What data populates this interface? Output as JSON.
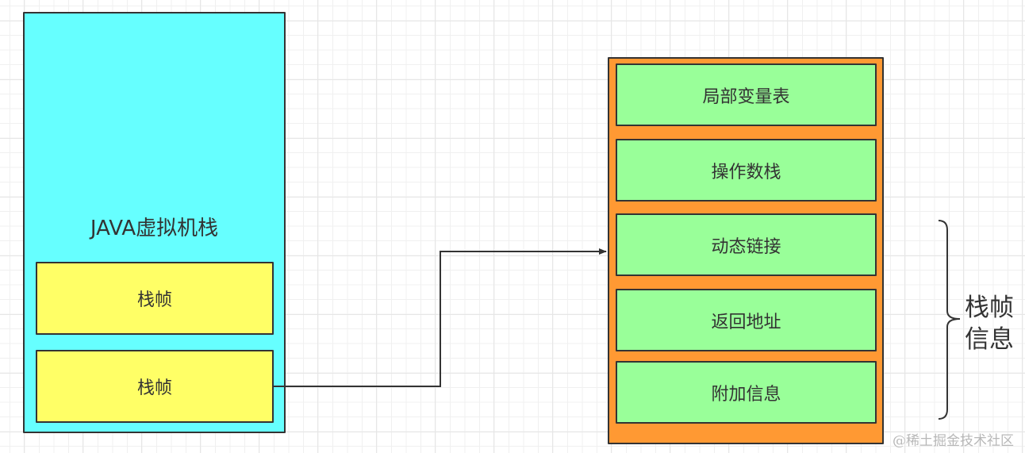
{
  "diagram": {
    "title": "JAVA虚拟机栈与栈帧结构",
    "jvm_stack": {
      "label": "JAVA虚拟机栈",
      "color": "#66ffff",
      "frames": [
        {
          "label": "栈帧",
          "color": "#ffff66"
        },
        {
          "label": "栈帧",
          "color": "#ffff66"
        }
      ]
    },
    "frame_detail": {
      "color": "#ff9933",
      "parts": [
        {
          "label": "局部变量表",
          "color": "#99ff99"
        },
        {
          "label": "操作数栈",
          "color": "#99ff99"
        },
        {
          "label": "动态链接",
          "color": "#99ff99"
        },
        {
          "label": "返回地址",
          "color": "#99ff99"
        },
        {
          "label": "附加信息",
          "color": "#99ff99"
        }
      ]
    },
    "brace": {
      "line1": "栈帧",
      "line2": "信息",
      "spans": [
        "动态链接",
        "返回地址",
        "附加信息"
      ]
    },
    "connector": {
      "from": "栈帧 (2)",
      "to": "动态链接",
      "type": "orthogonal-arrow"
    },
    "stroke_color": "#333333",
    "watermark": "@稀土掘金技术社区"
  }
}
